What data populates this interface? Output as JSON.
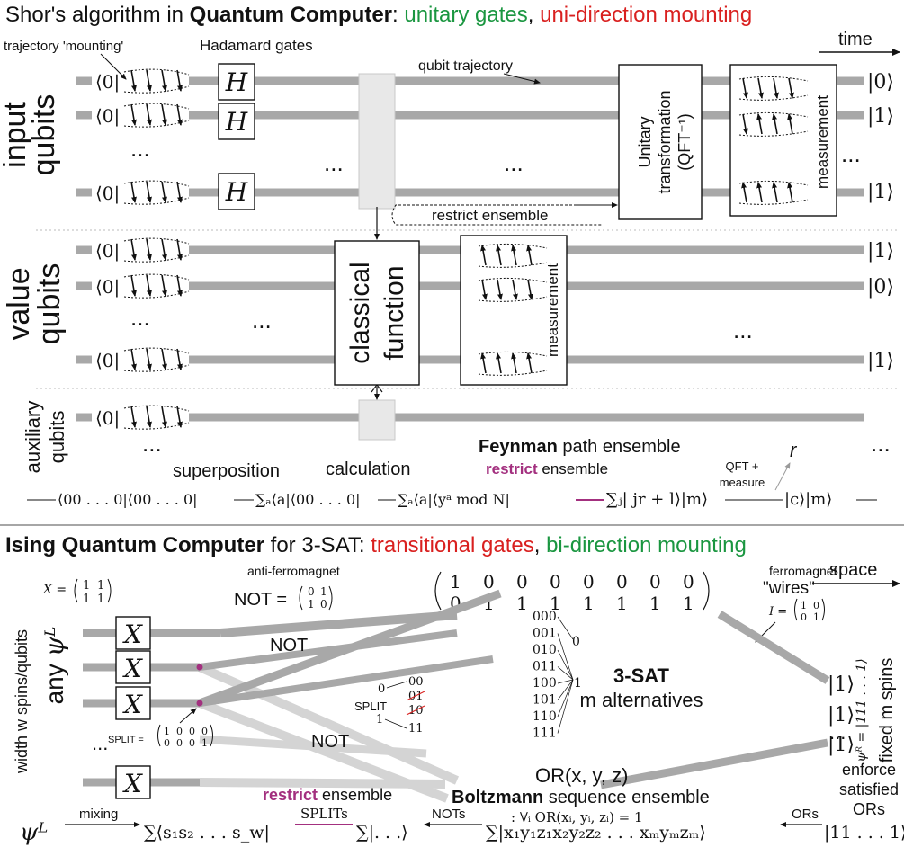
{
  "top": {
    "title": {
      "part1": "Shor's algorithm in ",
      "part2": "Quantum Computer",
      "part3": ": ",
      "part4": "unitary gates",
      "part5": ", ",
      "part6": "uni-direction mounting"
    },
    "time_label": "time",
    "mounting_label": "trajectory 'mounting'",
    "hadamard_label": "Hadamard gates",
    "hadamard_gate": "H",
    "trajectory_label": "qubit trajectory",
    "group_input": [
      "input",
      "qubits"
    ],
    "group_value": [
      "value",
      "qubits"
    ],
    "group_aux": [
      "auxiliary",
      "qubits"
    ],
    "bra_zero": "⟨0|",
    "dots": "...",
    "unitary_label": [
      "Unitary",
      "transformation",
      "(QFT⁻¹)"
    ],
    "measurement_label": "measurement",
    "restrict_label": "restrict ensemble",
    "classical_label": [
      "classical",
      "function"
    ],
    "outputs_input": [
      "|0⟩",
      "|1⟩",
      "|1⟩"
    ],
    "outputs_value": [
      "|1⟩",
      "|0⟩",
      "|1⟩"
    ],
    "stage_superposition": "superposition",
    "stage_calculation": "calculation",
    "feynman": {
      "bold": "Feynman",
      "rest": " path ensemble"
    },
    "restrict_ensemble": {
      "bold": "restrict",
      "rest": " ensemble"
    },
    "qft_measure": [
      "QFT +",
      "measure"
    ],
    "r_label": "r",
    "formula": {
      "p1": "⟨00 . . . 0|⟨00 . . . 0|",
      "p2": "∑ₐ⟨a|⟨00 . . . 0|",
      "p3": "∑ₐ⟨a|⟨yᵃ  mod  N|",
      "p4": "∑ⱼ| jr + l⟩|m⟩",
      "p5": "|c⟩|m⟩"
    }
  },
  "bottom": {
    "title": {
      "part1": "Ising Quantum Computer",
      "part2": " for 3-SAT: ",
      "part3": "transitional gates",
      "part4": ", ",
      "part5": "bi-direction mounting"
    },
    "space_label": "space",
    "x_matrix": {
      "lhs": "X =",
      "rows": [
        [
          "1",
          "1"
        ],
        [
          "1",
          "1"
        ]
      ]
    },
    "anti_ferromagnet": "anti-ferromagnet",
    "not_matrix": {
      "lhs": "NOT =",
      "rows": [
        [
          "0",
          "1"
        ],
        [
          "1",
          "0"
        ]
      ]
    },
    "big_matrix": [
      [
        "1",
        "0",
        "0",
        "0",
        "0",
        "0",
        "0",
        "0"
      ],
      [
        "0",
        "1",
        "1",
        "1",
        "1",
        "1",
        "1",
        "1"
      ]
    ],
    "ferromagnet": "ferromagnet",
    "wires": "\"wires\"",
    "i_matrix": {
      "lhs": "I =",
      "rows": [
        [
          "1",
          "0"
        ],
        [
          "0",
          "1"
        ]
      ]
    },
    "gate_x": "X",
    "not_label": "NOT",
    "width_label": "width w spins/qubits",
    "any_label": "any",
    "psi_l": "ψᴸ",
    "split_small": {
      "left": "0",
      "left2": "1",
      "label": "SPLIT",
      "outs": [
        "00",
        "01",
        "10",
        "11"
      ]
    },
    "split_matrix": {
      "lhs": "SPLIT =",
      "rows": [
        [
          "1",
          "0",
          "0",
          "0"
        ],
        [
          "0",
          "0",
          "0",
          "1"
        ]
      ]
    },
    "bin_list": [
      "000",
      "001",
      "010",
      "011",
      "100",
      "101",
      "110",
      "111"
    ],
    "bin_targets": [
      "0",
      "1"
    ],
    "sat_bold": "3-SAT",
    "sat_sub": "m alternatives",
    "or_label": "OR(x, y, z)",
    "outputs": [
      "|1⟩",
      "|1⟩",
      "|1⟩"
    ],
    "psi_r": "ψᴿ = |111 . . . 1⟩",
    "fixed_spins": "fixed m spins",
    "enforce": [
      "enforce",
      "satisfied",
      "ORs"
    ],
    "boltzmann": {
      "bold": "Boltzmann",
      "rest": " sequence ensemble"
    },
    "restrict_ensemble": {
      "bold": "restrict",
      "rest": "  ensemble"
    },
    "or_condition": ": ∀ᵢ OR(xᵢ, yᵢ, zᵢ) = 1",
    "formula": {
      "psi": "ψᴸ",
      "mixing": "mixing",
      "p1": "∑⟨s₁s₂ . . . s_w|",
      "splits": "SPLITs",
      "p2": "∑|. . .⟩",
      "nots": "NOTs",
      "p3": "∑|x₁y₁z₁x₂y₂z₂ . . . xₘyₘzₘ⟩",
      "ors": "ORs",
      "p4": "|11 . . . 1⟩"
    }
  },
  "colors": {
    "green": "#1a9640",
    "red": "#d9201f",
    "purple": "#a3307f",
    "navy": "#2a2a8c",
    "wire": "#a8a8a8",
    "wire_light": "#d4d4d4"
  }
}
